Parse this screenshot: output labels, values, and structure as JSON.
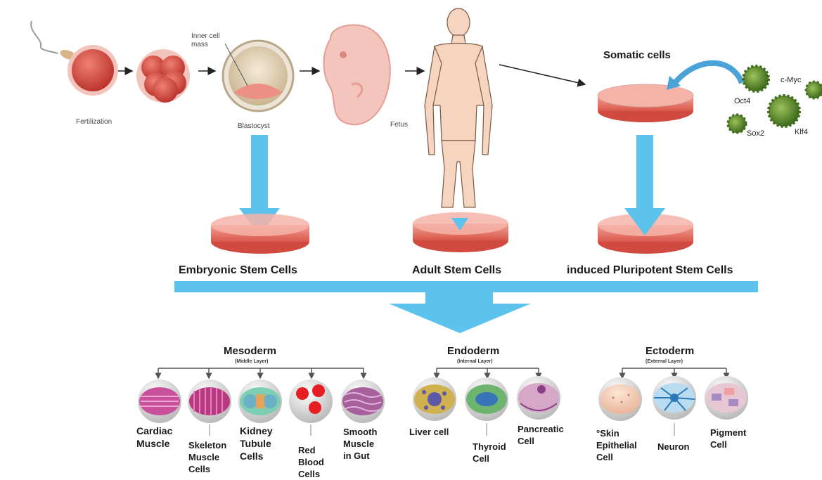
{
  "top_row": {
    "fertilization": "Fertilization",
    "inner_cell_mass": "Inner cell\nmass",
    "blastocyst": "Blastocyst",
    "fetus": "Fetus",
    "somatic_cells": "Somatic cells"
  },
  "factors": [
    "Oct4",
    "c-Myc",
    "Sox2",
    "Klf4"
  ],
  "stem_cells": {
    "embryonic": "Embryonic Stem Cells",
    "adult": "Adult Stem Cells",
    "ipsc": "induced Pluripotent Stem Cells"
  },
  "germ_layers": {
    "mesoderm": {
      "name": "Mesoderm",
      "sub": "(Middle Layer)"
    },
    "endoderm": {
      "name": "Endoderm",
      "sub": "(Internal Layer)"
    },
    "ectoderm": {
      "name": "Ectoderm",
      "sub": "(External Layer)"
    }
  },
  "cells": {
    "cardiac": "Cardiac\nMuscle",
    "skeleton": "Skeleton\nMuscle\nCells",
    "kidney": "Kidney\nTubule\nCells",
    "rbc": "Red\nBlood\nCells",
    "smooth": "Smooth\nMuscle\nin Gut",
    "liver": "Liver cell",
    "thyroid": "Thyroid\nCell",
    "pancreatic": "Pancreatic\nCell",
    "skin": "°Skin\nEpithelial\nCell",
    "neuron": "Neuron",
    "pigment": "Pigment\nCell"
  },
  "colors": {
    "blue_arrow": "#5cc4ec",
    "dish": "#e8756a",
    "egg": "#d9453f",
    "virus": "#5a8f2a"
  },
  "icons": [
    "sperm-icon",
    "egg-icon",
    "morula-icon",
    "blastocyst-icon",
    "fetus-icon",
    "human-figure-icon",
    "petri-dish-icon",
    "virus-icon"
  ]
}
